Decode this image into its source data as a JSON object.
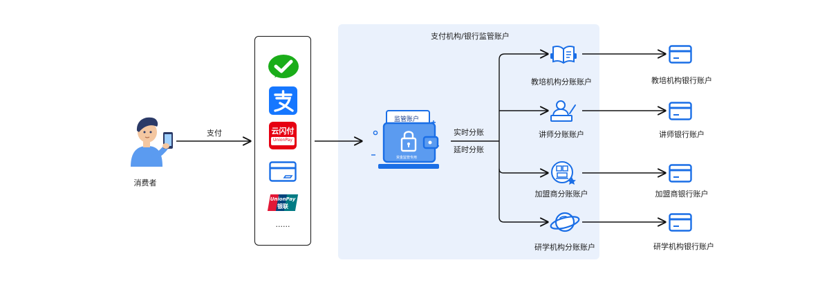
{
  "consumer": {
    "label": "消费者"
  },
  "pay_arrow": {
    "label": "支付"
  },
  "payment_methods": {
    "items": [
      "wechat-pay-icon",
      "alipay-icon",
      "cloud-quickpass-icon",
      "bank-card-icon",
      "unionpay-icon"
    ],
    "more": "......",
    "cloud_quickpass_text": "云闪付",
    "cloud_quickpass_sub": "UnionPay",
    "unionpay_text": "UnionPay",
    "unionpay_sub": "银联"
  },
  "regulator": {
    "title": "支付机构/银行监管账户",
    "wallet_tag": "监管账户",
    "wallet_caption": "资金监管专用"
  },
  "split_modes": {
    "realtime": "实时分账",
    "delayed": "延时分账"
  },
  "accounts": [
    {
      "sub_account": "教培机构分账账户",
      "bank_account": "教培机构银行账户",
      "icon": "book-icon"
    },
    {
      "sub_account": "讲师分账账户",
      "bank_account": "讲师银行账户",
      "icon": "lecturer-icon"
    },
    {
      "sub_account": "加盟商分账账户",
      "bank_account": "加盟商银行账户",
      "icon": "franchise-icon"
    },
    {
      "sub_account": "研学机构分账账户",
      "bank_account": "研学机构银行账户",
      "icon": "planet-icon"
    }
  ],
  "colors": {
    "accent": "#1a6ee6",
    "panel": "#eaf1fc",
    "line": "#111111",
    "wechat": "#1aad19",
    "alipay": "#1677ff",
    "quickpass": "#e60012"
  }
}
